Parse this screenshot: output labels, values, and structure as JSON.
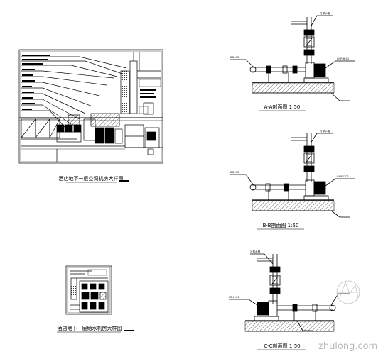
{
  "captions": {
    "plan_upper": "酒店地下一层空调机房大样图",
    "plan_lower": "酒店地下一层给水机房大样图",
    "section_a": "A-A剖面图  1:50",
    "section_b": "B-B剖面图  1:50",
    "section_c": "C-C剖面图  1:50"
  },
  "callouts": {
    "a_top": "冷却水管",
    "a_pump": "CHP-H-01",
    "a_left": "DN150",
    "b_top": "冷却水管",
    "b_pump": "CHP-C-01",
    "b_left": "DN150",
    "c_top": "冷却水管",
    "c_pump": "HP-H-01"
  },
  "watermark": "zhulong.com",
  "colors": {
    "line": "#000000",
    "watermark": "#b0b0b0"
  }
}
